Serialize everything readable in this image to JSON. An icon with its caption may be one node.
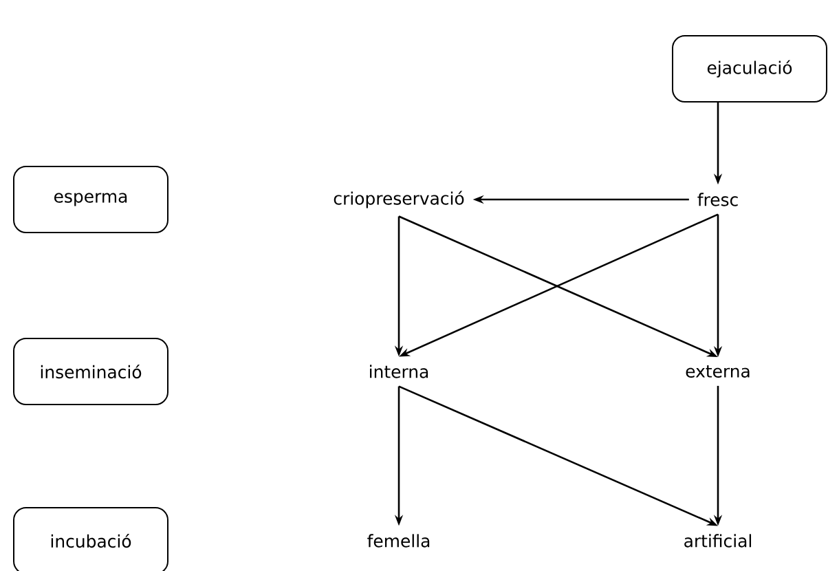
{
  "diagram": {
    "nodes": [
      {
        "text": [
          "ejaculació"
        ]
      },
      {
        "text": [
          "esperma"
        ]
      },
      {
        "text": [
          "criopreservació"
        ]
      },
      {
        "text": [
          "fresc"
        ]
      },
      {
        "text": [
          "inseminació"
        ]
      },
      {
        "text": [
          "interna"
        ]
      },
      {
        "text": [
          "externa"
        ]
      },
      {
        "text": [
          "incubació"
        ]
      },
      {
        "text": [
          "femella"
        ]
      },
      {
        "text": [
          "artificial"
        ]
      }
    ],
    "edges": [
      {
        "from": 0,
        "to": 3,
        "arrow": "to"
      },
      {
        "from": 3,
        "to": 2,
        "arrow": "to"
      },
      {
        "from": 2,
        "to": 5,
        "arrow": "to"
      },
      {
        "from": 2,
        "to": 6,
        "arrow": "to"
      },
      {
        "from": 3,
        "to": 5,
        "arrow": "to"
      },
      {
        "from": 3,
        "to": 6,
        "arrow": "to"
      },
      {
        "from": 5,
        "to": 8,
        "arrow": "to"
      },
      {
        "from": 5,
        "to": 9,
        "arrow": "to"
      },
      {
        "from": 6,
        "to": 9,
        "arrow": "to"
      }
    ]
  }
}
